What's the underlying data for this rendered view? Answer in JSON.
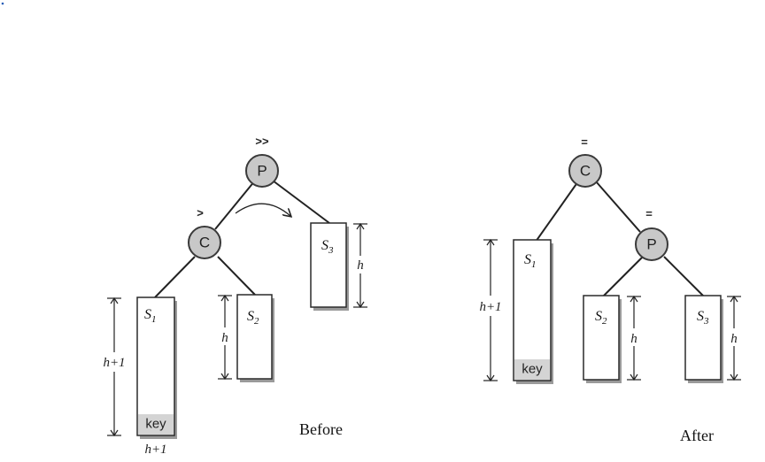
{
  "before": {
    "caption": "Before",
    "node_p": {
      "label": "P",
      "balance": ">>"
    },
    "node_c": {
      "label": "C",
      "balance": ">"
    },
    "subtrees": [
      {
        "name": "S",
        "index": "1",
        "height_label": "h+1",
        "has_key": true
      },
      {
        "name": "S",
        "index": "2",
        "height_label": "h"
      },
      {
        "name": "S",
        "index": "3",
        "height_label": "h"
      }
    ],
    "below_label": "h+1",
    "key_label": "key"
  },
  "after": {
    "caption": "After",
    "node_c": {
      "label": "C",
      "balance": "="
    },
    "node_p": {
      "label": "P",
      "balance": "="
    },
    "subtrees": [
      {
        "name": "S",
        "index": "1",
        "height_label": "h+1",
        "has_key": true
      },
      {
        "name": "S",
        "index": "2",
        "height_label": "h"
      },
      {
        "name": "S",
        "index": "3",
        "height_label": "h"
      }
    ],
    "key_label": "key"
  }
}
